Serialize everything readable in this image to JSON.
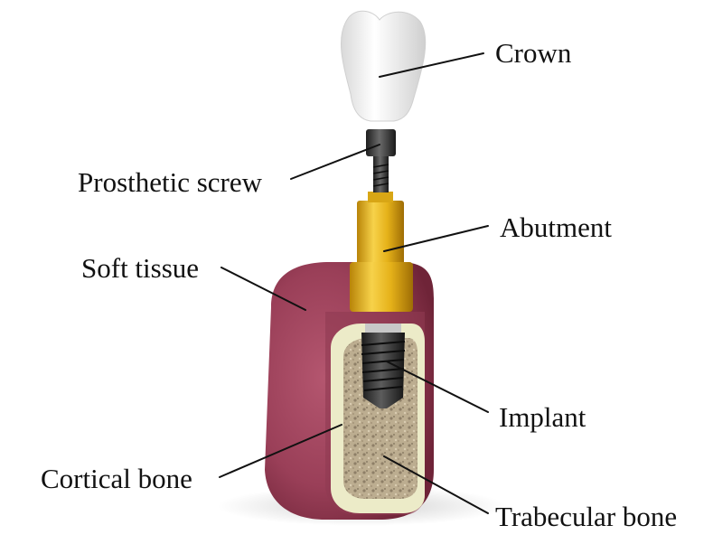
{
  "labels": {
    "crown": "Crown",
    "prosthetic_screw": "Prosthetic screw",
    "abutment": "Abutment",
    "soft_tissue": "Soft tissue",
    "implant": "Implant",
    "cortical_bone": "Cortical bone",
    "trabecular_bone": "Trabecular bone"
  },
  "colors": {
    "crown": "#f2f2f2",
    "screw": "#3a3a3a",
    "abutment": "#e3b21c",
    "soft_tissue": "#a3445e",
    "cortical_bone": "#ecebc8",
    "trabecular_bone": "#b9a98c",
    "implant": "#2d2d2d"
  }
}
